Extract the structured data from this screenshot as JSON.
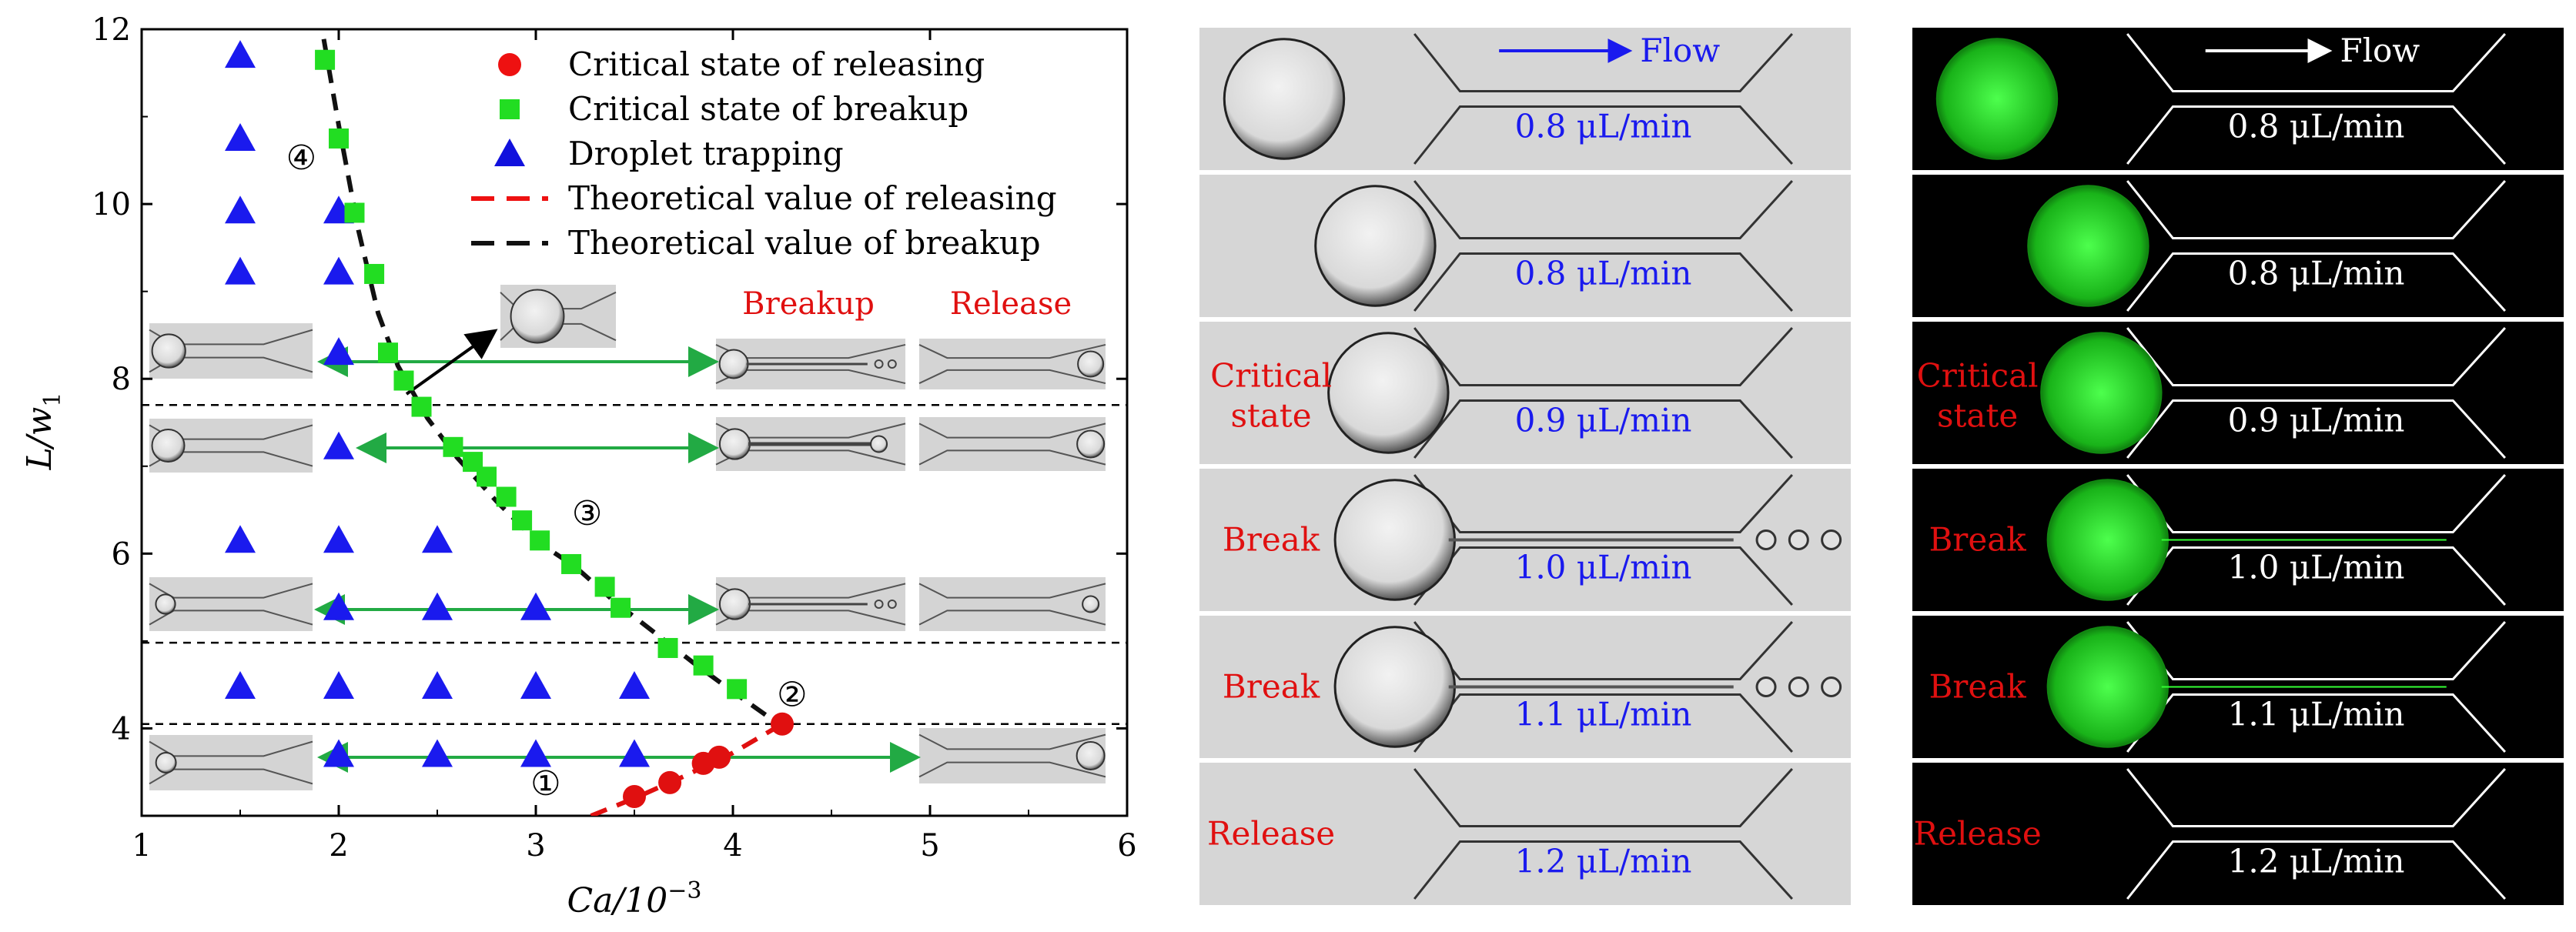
{
  "chart_data": {
    "type": "scatter",
    "xlabel": "Ca/10",
    "xlabel_exp": "−3",
    "ylabel": "L/w",
    "ylabel_sub": "1",
    "xlim": [
      1,
      6
    ],
    "ylim": [
      3,
      12
    ],
    "xticks": [
      "1",
      "2",
      "3",
      "4",
      "5",
      "6"
    ],
    "yticks": [
      "4",
      "6",
      "8",
      "10",
      "12"
    ],
    "legend": [
      {
        "label": "Critical state of releasing",
        "marker": "circle",
        "color": "#ee1111"
      },
      {
        "label": "Critical state of breakup",
        "marker": "square",
        "color": "#22dd22"
      },
      {
        "label": "Droplet trapping",
        "marker": "triangle",
        "color": "#1111dd"
      },
      {
        "label": "Theoretical value of releasing",
        "marker": "dash",
        "color": "#ee1111"
      },
      {
        "label": "Theoretical value of breakup",
        "marker": "dash",
        "color": "#111111"
      }
    ],
    "series": [
      {
        "name": "Critical state of releasing",
        "points": [
          [
            3.5,
            3.22
          ],
          [
            3.68,
            3.38
          ],
          [
            3.85,
            3.6
          ],
          [
            3.93,
            3.67
          ],
          [
            4.25,
            4.05
          ]
        ]
      },
      {
        "name": "Critical state of breakup",
        "points": [
          [
            1.93,
            11.65
          ],
          [
            2.0,
            10.75
          ],
          [
            2.08,
            9.9
          ],
          [
            2.18,
            9.2
          ],
          [
            2.25,
            8.3
          ],
          [
            2.33,
            7.98
          ],
          [
            2.42,
            7.68
          ],
          [
            2.58,
            7.22
          ],
          [
            2.68,
            7.05
          ],
          [
            2.75,
            6.88
          ],
          [
            2.85,
            6.65
          ],
          [
            2.93,
            6.38
          ],
          [
            3.02,
            6.15
          ],
          [
            3.18,
            5.88
          ],
          [
            3.35,
            5.62
          ],
          [
            3.43,
            5.38
          ],
          [
            3.67,
            4.92
          ],
          [
            3.85,
            4.72
          ],
          [
            4.02,
            4.45
          ]
        ]
      },
      {
        "name": "Droplet trapping",
        "points": [
          [
            1.5,
            11.7
          ],
          [
            1.5,
            10.75
          ],
          [
            1.5,
            9.92
          ],
          [
            1.5,
            9.22
          ],
          [
            1.5,
            6.15
          ],
          [
            1.5,
            4.48
          ],
          [
            2.0,
            9.92
          ],
          [
            2.0,
            9.22
          ],
          [
            2.0,
            8.3
          ],
          [
            2.0,
            7.22
          ],
          [
            2.0,
            6.15
          ],
          [
            2.0,
            5.38
          ],
          [
            2.0,
            4.48
          ],
          [
            2.0,
            3.7
          ],
          [
            2.5,
            6.15
          ],
          [
            2.5,
            5.38
          ],
          [
            2.5,
            4.48
          ],
          [
            2.5,
            3.7
          ],
          [
            3.0,
            5.38
          ],
          [
            3.0,
            4.48
          ],
          [
            3.0,
            3.7
          ],
          [
            3.5,
            4.48
          ],
          [
            3.5,
            3.7
          ]
        ]
      },
      {
        "name": "Theoretical value of releasing",
        "points": [
          [
            3.28,
            3.0
          ],
          [
            3.5,
            3.2
          ],
          [
            3.75,
            3.45
          ],
          [
            4.0,
            3.72
          ],
          [
            4.25,
            4.05
          ]
        ]
      },
      {
        "name": "Theoretical value of breakup",
        "points": [
          [
            1.9,
            12.2
          ],
          [
            2.0,
            10.9
          ],
          [
            2.1,
            9.7
          ],
          [
            2.2,
            8.75
          ],
          [
            2.3,
            8.15
          ],
          [
            2.45,
            7.55
          ],
          [
            2.6,
            7.1
          ],
          [
            2.8,
            6.6
          ],
          [
            3.0,
            6.15
          ],
          [
            3.2,
            5.85
          ],
          [
            3.4,
            5.45
          ],
          [
            3.6,
            5.1
          ],
          [
            3.8,
            4.75
          ],
          [
            4.0,
            4.42
          ],
          [
            4.2,
            4.1
          ]
        ]
      }
    ],
    "hlines": [
      7.7,
      4.98,
      4.05
    ],
    "region_labels": [
      {
        "text": "①",
        "x": 3.05,
        "y": 3.36
      },
      {
        "text": "②",
        "x": 4.3,
        "y": 4.38
      },
      {
        "text": "③",
        "x": 3.26,
        "y": 6.45
      },
      {
        "text": "④",
        "x": 1.81,
        "y": 10.52
      }
    ],
    "annotations": {
      "breakup": "Breakup",
      "release": "Release"
    }
  },
  "panel_b": {
    "flow_label": "Flow",
    "rows": [
      {
        "rate": "0.8 μL/min",
        "state": ""
      },
      {
        "rate": "0.8 μL/min",
        "state": ""
      },
      {
        "rate": "0.9 μL/min",
        "state": "Critical state"
      },
      {
        "rate": "1.0 μL/min",
        "state": "Break"
      },
      {
        "rate": "1.1 μL/min",
        "state": "Break"
      },
      {
        "rate": "1.2 μL/min",
        "state": "Release"
      }
    ]
  },
  "panel_c": {
    "flow_label": "Flow",
    "rows": [
      {
        "rate": "0.8 μL/min",
        "state": ""
      },
      {
        "rate": "0.8 μL/min",
        "state": ""
      },
      {
        "rate": "0.9 μL/min",
        "state": "Critical state"
      },
      {
        "rate": "1.0 μL/min",
        "state": "Break"
      },
      {
        "rate": "1.1 μL/min",
        "state": "Break"
      },
      {
        "rate": "1.2 μL/min",
        "state": "Release"
      }
    ]
  },
  "colors": {
    "red": "#e01010",
    "green": "#22dd22",
    "blue": "#1a1aee",
    "arrow_green": "#22aa44",
    "panel_bg": "#d6d6d6",
    "fluor_bg": "#000000"
  }
}
